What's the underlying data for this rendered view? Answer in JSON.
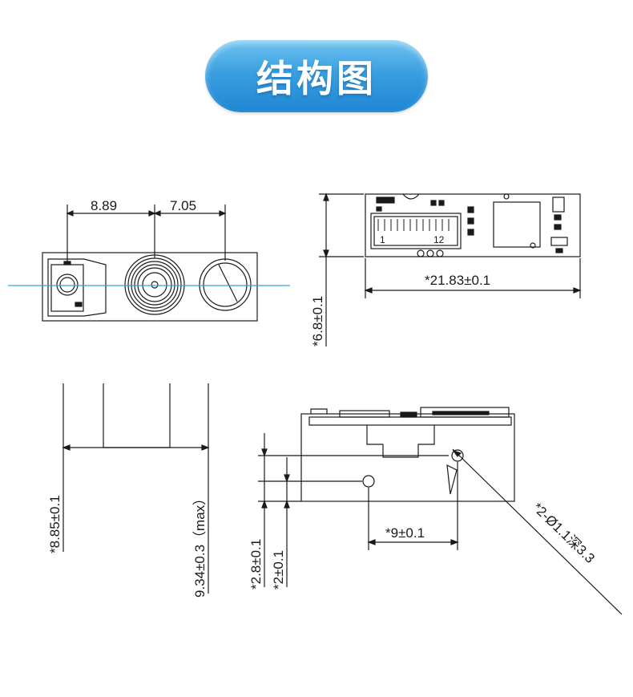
{
  "title": "结构图",
  "front_view": {
    "dim_left": "8.89",
    "dim_right": "7.05"
  },
  "top_view": {
    "width_label": "*21.83±0.1",
    "height_label": "*6.8±0.1",
    "pin_first": "1",
    "pin_last": "12"
  },
  "side_view": {
    "depth_label": "*8.85±0.1",
    "max_label": "9.34±0.3（max）"
  },
  "bottom_view": {
    "hole_spacing": "*9±0.1",
    "hole_height_upper": "*2.8±0.1",
    "hole_height_lower": "*2±0.1",
    "hole_callout": "*2-Ø1.1深3.3"
  },
  "colors": {
    "title_bg": "#3a9fe0",
    "center_line": "#2aa8d8",
    "line": "#1a1a1a"
  }
}
